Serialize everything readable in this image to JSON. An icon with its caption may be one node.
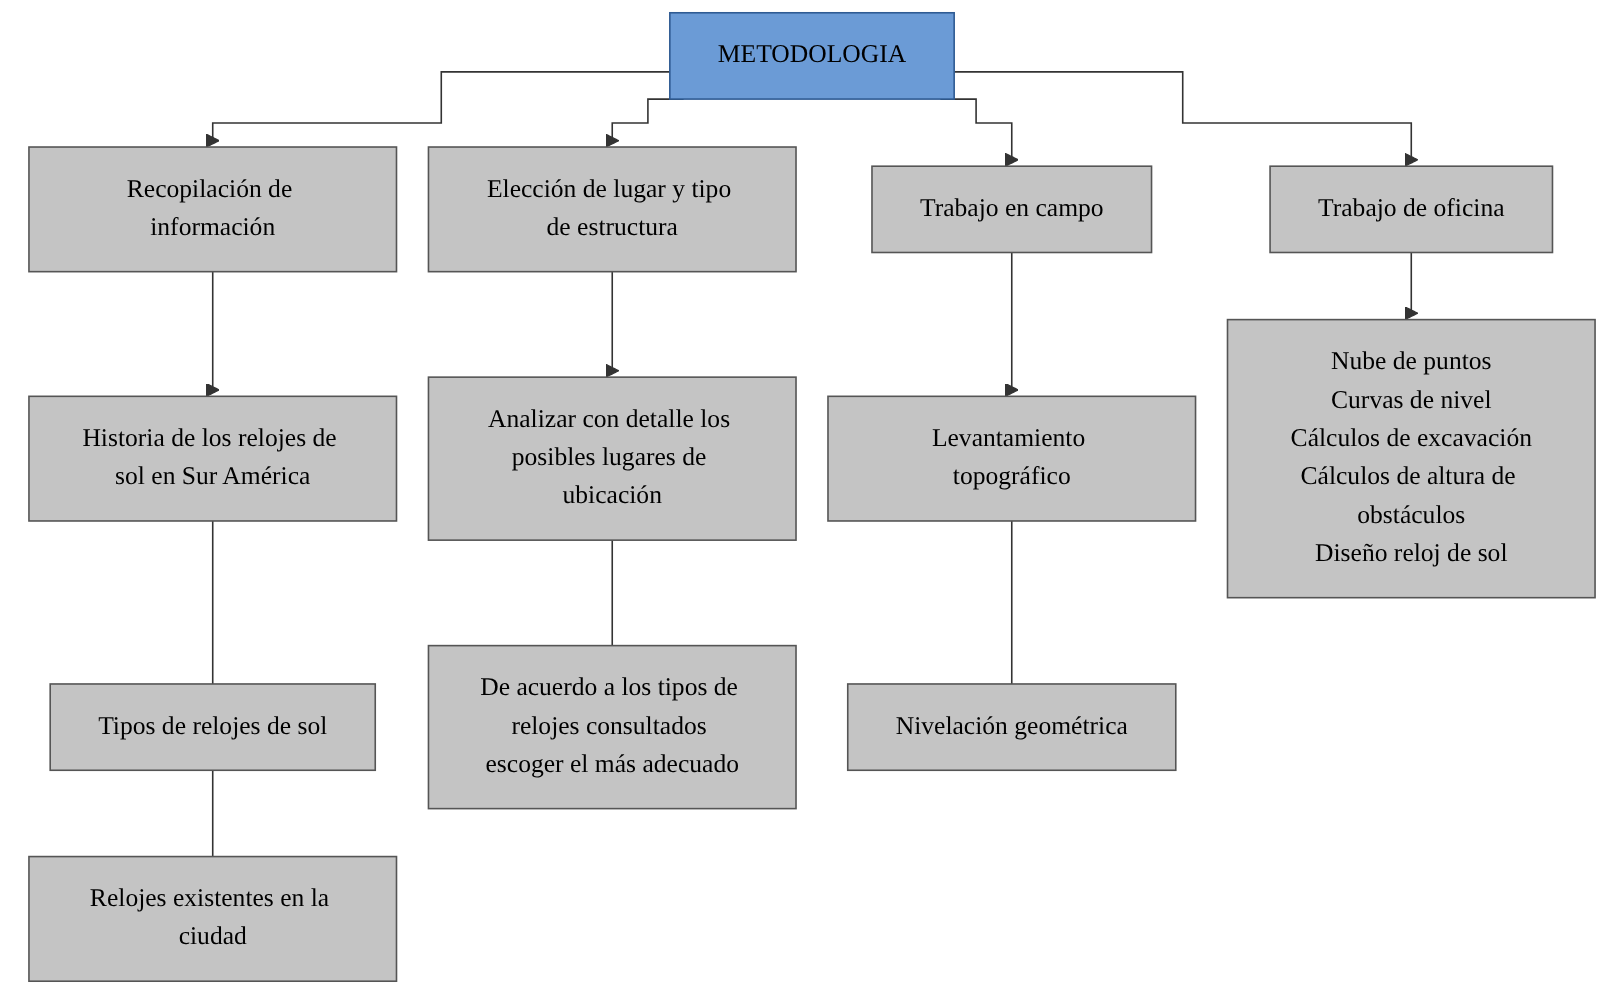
{
  "diagram": {
    "nodes": [
      {
        "text": [
          "METODOLOGIA"
        ]
      },
      {
        "text": [
          "Recopilación de información"
        ]
      },
      {
        "text": [
          "Elección de lugar y tipo de estructura"
        ]
      },
      {
        "text": [
          "Trabajo en campo"
        ]
      },
      {
        "text": [
          "Trabajo de oficina"
        ]
      },
      {
        "text": [
          "Historia de los relojes de sol en Sur América"
        ]
      },
      {
        "text": [
          "Tipos de relojes de sol"
        ]
      },
      {
        "text": [
          "Relojes existentes en la ciudad"
        ]
      },
      {
        "text": [
          "Analizar con detalle los posibles lugares de ubicación"
        ]
      },
      {
        "text": [
          "De acuerdo a los tipos de relojes consultados escoger el más adecuado"
        ]
      },
      {
        "text": [
          "Levantamiento topográfico"
        ]
      },
      {
        "text": [
          "Nivelación geométrica"
        ]
      },
      {
        "text": [
          "Nube de puntos",
          "Curvas de nivel",
          "Cálculos de excavación",
          "Cálculos de altura de obstáculos",
          "Diseño reloj de sol"
        ]
      }
    ],
    "edges": [
      {
        "from": 0,
        "to": 1,
        "arrow": "to"
      },
      {
        "from": 0,
        "to": 2,
        "arrow": "to"
      },
      {
        "from": 0,
        "to": 3,
        "arrow": "to"
      },
      {
        "from": 0,
        "to": 4,
        "arrow": "to"
      },
      {
        "from": 1,
        "to": 5,
        "arrow": "to"
      },
      {
        "from": 5,
        "to": 6,
        "arrow": "none"
      },
      {
        "from": 6,
        "to": 7,
        "arrow": "none"
      },
      {
        "from": 2,
        "to": 8,
        "arrow": "to"
      },
      {
        "from": 8,
        "to": 9,
        "arrow": "none"
      },
      {
        "from": 3,
        "to": 10,
        "arrow": "to"
      },
      {
        "from": 10,
        "to": 11,
        "arrow": "none"
      },
      {
        "from": 4,
        "to": 12,
        "arrow": "to"
      }
    ]
  }
}
